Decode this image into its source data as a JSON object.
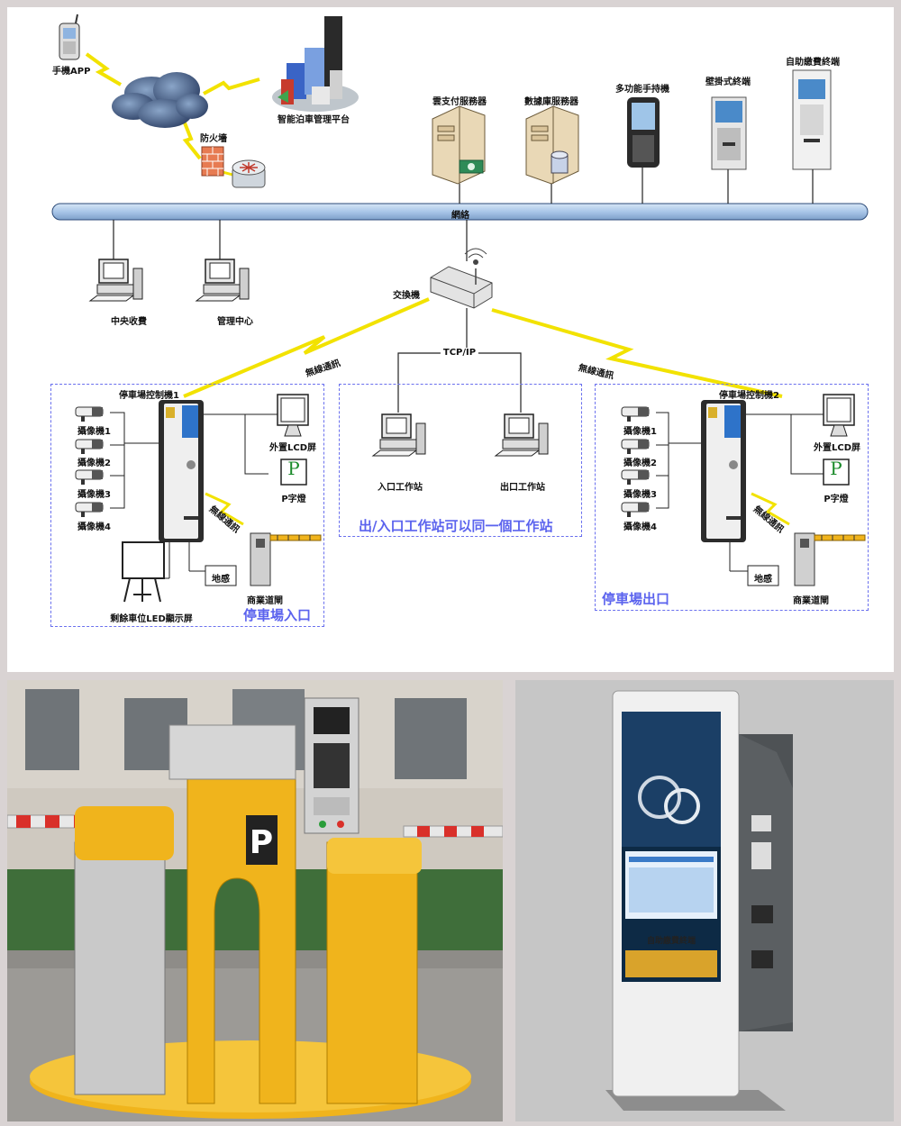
{
  "diagram": {
    "top": {
      "phone_app": "手機APP",
      "firewall": "防火墻",
      "platform": "智能泊車管理平台",
      "cloud_pay_server": "雲支付服務器",
      "database_server": "數據庫服務器",
      "handheld": "多功能手持機",
      "wall_terminal": "壁掛式終端",
      "self_pay_terminal": "自助繳費終端"
    },
    "network_label": "網絡",
    "central_charge": "中央收費",
    "management_center": "管理中心",
    "switch_label": "交換機",
    "tcpip_label": "TCP/IP",
    "wireless_labels": [
      "無線通訊",
      "無線通訊",
      "無線通訊",
      "無線通訊"
    ],
    "entrance": {
      "controller": "停車場控制機1",
      "cameras": [
        "攝像機1",
        "攝像機2",
        "攝像機3",
        "攝像機4"
      ],
      "lcd": "外置LCD屏",
      "p_light": "P字燈",
      "p_symbol": "P",
      "loop": "地感",
      "barrier": "商業道閘",
      "led_display": "剩餘車位LED顯示屏",
      "title": "停車場入口"
    },
    "middle": {
      "entry_ws": "入口工作站",
      "exit_ws": "出口工作站",
      "note": "出/入口工作站可以同一個工作站"
    },
    "exit": {
      "controller": "停車場控制機2",
      "cameras": [
        "攝像機1",
        "攝像機2",
        "攝像機3",
        "攝像機4"
      ],
      "lcd": "外置LCD屏",
      "p_light": "P字燈",
      "p_symbol": "P",
      "loop": "地感",
      "barrier": "商業道閘",
      "title": "停車場出口"
    }
  },
  "photos": {
    "left_sign": "P",
    "right_kiosk_label": "自助繳費終端"
  },
  "colors": {
    "background": "#d9d3d3",
    "network_bar": "#a9c6e8",
    "dash_blue": "#6a70ee",
    "lightning": "#f2e200",
    "barrier_yellow": "#f0b41c"
  }
}
